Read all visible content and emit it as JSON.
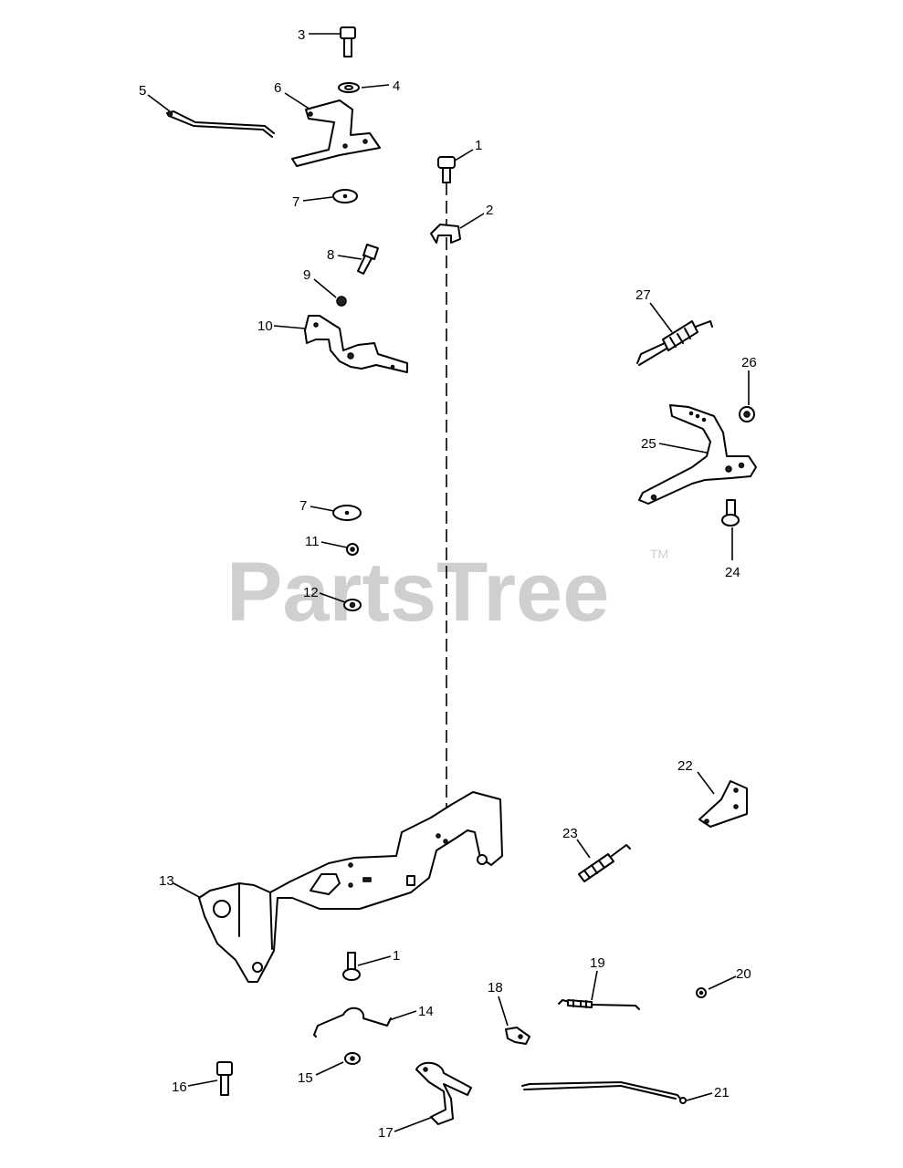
{
  "watermark": {
    "text": "PartsTree",
    "tm": "TM"
  },
  "callouts": [
    "1",
    "2",
    "3",
    "4",
    "5",
    "6",
    "7",
    "8",
    "9",
    "10",
    "11",
    "12",
    "13",
    "14",
    "15",
    "16",
    "17",
    "18",
    "19",
    "20",
    "21",
    "22",
    "23",
    "24",
    "25",
    "26",
    "27"
  ]
}
